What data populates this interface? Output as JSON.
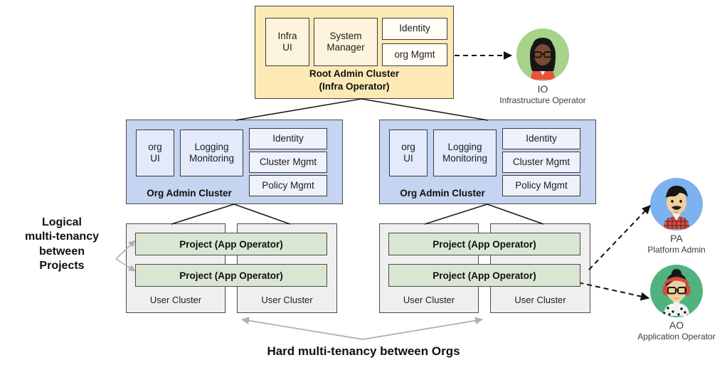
{
  "diagram": {
    "root_cluster": {
      "title_line1": "Root Admin Cluster",
      "title_line2": "(Infra Operator)",
      "components": [
        {
          "label_line1": "Infra",
          "label_line2": "UI"
        },
        {
          "label_line1": "System",
          "label_line2": "Manager"
        },
        {
          "label_line1": "Identity",
          "label_line2": ""
        },
        {
          "label_line1": "org Mgmt",
          "label_line2": ""
        }
      ]
    },
    "org_clusters": [
      {
        "title": "Org Admin Cluster",
        "components": [
          {
            "label_line1": "org",
            "label_line2": "UI"
          },
          {
            "label_line1": "Logging",
            "label_line2": "Monitoring"
          },
          {
            "label_line1": "Identity",
            "label_line2": ""
          },
          {
            "label_line1": "Cluster Mgmt",
            "label_line2": ""
          },
          {
            "label_line1": "Policy Mgmt",
            "label_line2": ""
          }
        ],
        "user_clusters": [
          {
            "label": "User Cluster"
          },
          {
            "label": "User Cluster"
          }
        ],
        "projects": [
          {
            "label": "Project (App Operator)"
          },
          {
            "label": "Project (App Operator)"
          }
        ]
      },
      {
        "title": "Org Admin Cluster",
        "components": [
          {
            "label_line1": "org",
            "label_line2": "UI"
          },
          {
            "label_line1": "Logging",
            "label_line2": "Monitoring"
          },
          {
            "label_line1": "Identity",
            "label_line2": ""
          },
          {
            "label_line1": "Cluster Mgmt",
            "label_line2": ""
          },
          {
            "label_line1": "Policy Mgmt",
            "label_line2": ""
          }
        ],
        "user_clusters": [
          {
            "label": "User Cluster"
          },
          {
            "label": "User Cluster"
          }
        ],
        "projects": [
          {
            "label": "Project (App Operator)"
          },
          {
            "label": "Project  (App Operator)"
          }
        ]
      }
    ],
    "annotations": {
      "left_note": "Logical multi-tenancy between Projects",
      "left_note_line1": "Logical",
      "left_note_line2": "multi-tenancy",
      "left_note_line3": "between",
      "left_note_line4": "Projects",
      "bottom_note": "Hard multi-tenancy between Orgs"
    },
    "personas": [
      {
        "initials": "IO",
        "role": "Infrastructure Operator",
        "circle_color": "#a7d28a"
      },
      {
        "initials": "PA",
        "role": "Platform Admin",
        "circle_color": "#7cb2f0"
      },
      {
        "initials": "AO",
        "role": "Application Operator",
        "circle_color": "#4fb380"
      }
    ],
    "colors": {
      "root_fill": "#fce9b6",
      "org_fill": "#c5d4f0",
      "user_cluster_fill": "#efefef",
      "project_fill": "#d9e7d2",
      "stroke": "#4a4a4a",
      "connector": "#1c1c1c",
      "gray_arrow": "#b0b0b0"
    }
  }
}
